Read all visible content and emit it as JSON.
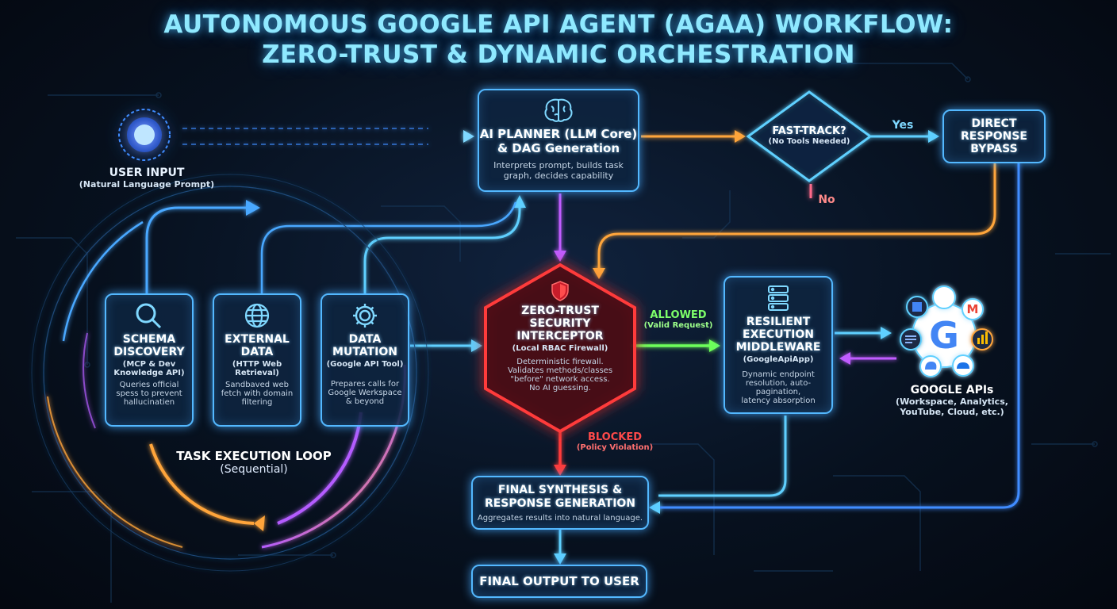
{
  "title": {
    "line1": "AUTONOMOUS GOOGLE API AGENT (AGAA) WORKFLOW:",
    "line2": "ZERO-TRUST & DYNAMIC ORCHESTRATION"
  },
  "user_input": {
    "title": "USER INPUT",
    "subtitle": "(Natural Language Prompt)"
  },
  "planner": {
    "title1": "AI PLANNER (LLM Core)",
    "title2": "& DAG Generation",
    "desc1": "Interprets prompt, builds task",
    "desc2": "graph, decides capability"
  },
  "fast_track": {
    "title": "FAST-TRACK?",
    "subtitle": "(No Tools Needed)"
  },
  "yes_label": "Yes",
  "no_label": "No",
  "bypass": {
    "line1": "DIRECT",
    "line2": "RESPONSE",
    "line3": "BYPASS"
  },
  "schema": {
    "title1": "SCHEMA",
    "title2": "DISCOVERY",
    "sub1": "(MCP & Dev",
    "sub2": "Knowledge API)",
    "desc1": "Queries official",
    "desc2": "spess to prevent",
    "desc3": "hallucinatien"
  },
  "external": {
    "title1": "EXTERNAL",
    "title2": "DATA",
    "sub1": "(HTTP Web",
    "sub2": "Retrieval)",
    "desc1": "Sandbaved web",
    "desc2": "fetch with domain",
    "desc3": "filtering"
  },
  "mutation": {
    "title1": "DATA",
    "title2": "MUTATION",
    "sub1": "(Google API Tool)",
    "desc1": "Prepares calls for",
    "desc2": "Google Werkspace",
    "desc3": "& beyond"
  },
  "loop": {
    "title": "TASK EXECUTION LOOP",
    "subtitle": "(Sequential)"
  },
  "security": {
    "title1": "ZERO-TRUST",
    "title2": "SECURITY",
    "title3": "INTERCEPTOR",
    "sub": "(Local RBAC Firewall)",
    "desc1": "Deterministic firewall.",
    "desc2": "Validates methods/classes",
    "desc3": "\"before\" network access.",
    "desc4": "No AI guessing."
  },
  "allowed": {
    "title": "ALLOWED",
    "subtitle": "(Valid Request)"
  },
  "blocked": {
    "title": "BLOCKED",
    "subtitle": "(Policy Violation)"
  },
  "middleware": {
    "title1": "RESILIENT",
    "title2": "EXECUTION",
    "title3": "MIDDLEWARE",
    "sub": "(GoogleApiApp)",
    "desc1": "Dynamic endpoint",
    "desc2": "resolution, auto-pagination,",
    "desc3": "latency absorption"
  },
  "google_apis": {
    "title": "GOOGLE APIs",
    "subtitle1": "(Workspace, Analytics,",
    "subtitle2": "YouTube, Cloud, etc.)",
    "center_letter": "G",
    "gmail_letter": "M"
  },
  "synthesis": {
    "title1": "FINAL SYNTHESIS &",
    "title2": "RESPONSE GENERATION",
    "desc": "Aggregates results into natural language."
  },
  "final_output": {
    "title": "FINAL OUTPUT TO USER"
  },
  "colors": {
    "cyan": "#5fd0ff",
    "blue": "#3f8cff",
    "orange": "#ffa53a",
    "purple": "#c05cff",
    "red": "#ff3b3b",
    "green": "#6dff5a",
    "pink": "#ff6a8a"
  }
}
